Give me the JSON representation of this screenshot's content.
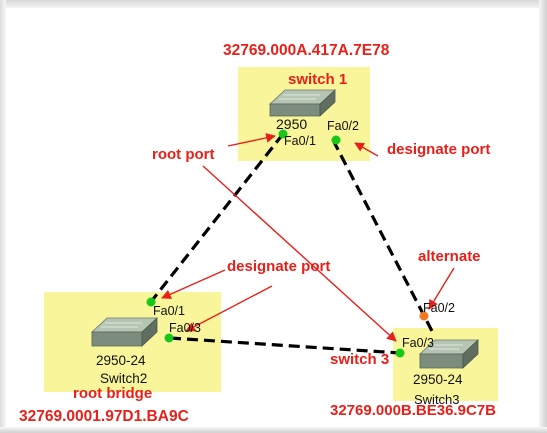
{
  "colors": {
    "highlight_box": "#f9f59a",
    "annotation": "#e8201a",
    "link": "#000000",
    "port_up": "#18c818",
    "port_blocked": "#f07a24"
  },
  "switch1": {
    "id": "32769.000A.417A.7E78",
    "title": "switch 1",
    "model": "2950",
    "ports": [
      "Fa0/2",
      "Fa0/1"
    ]
  },
  "switch2": {
    "model": "2950-24",
    "name": "Switch2",
    "role": "root bridge",
    "id": "32769.0001.97D1.BA9C",
    "ports": [
      "Fa0/1",
      "Fa0/3"
    ]
  },
  "switch3": {
    "title": "switch 3",
    "model": "2950-24",
    "name": "Switch3",
    "id": "32769.000B.BE36.9C7B",
    "ports": [
      "Fa0/2",
      "Fa0/3"
    ]
  },
  "annotations": {
    "root_port": "root port",
    "designate_port_1": "designate port",
    "designate_port_2": "designate port",
    "alternate": "alternate"
  },
  "icons": {
    "switch": "network-switch-icon"
  }
}
